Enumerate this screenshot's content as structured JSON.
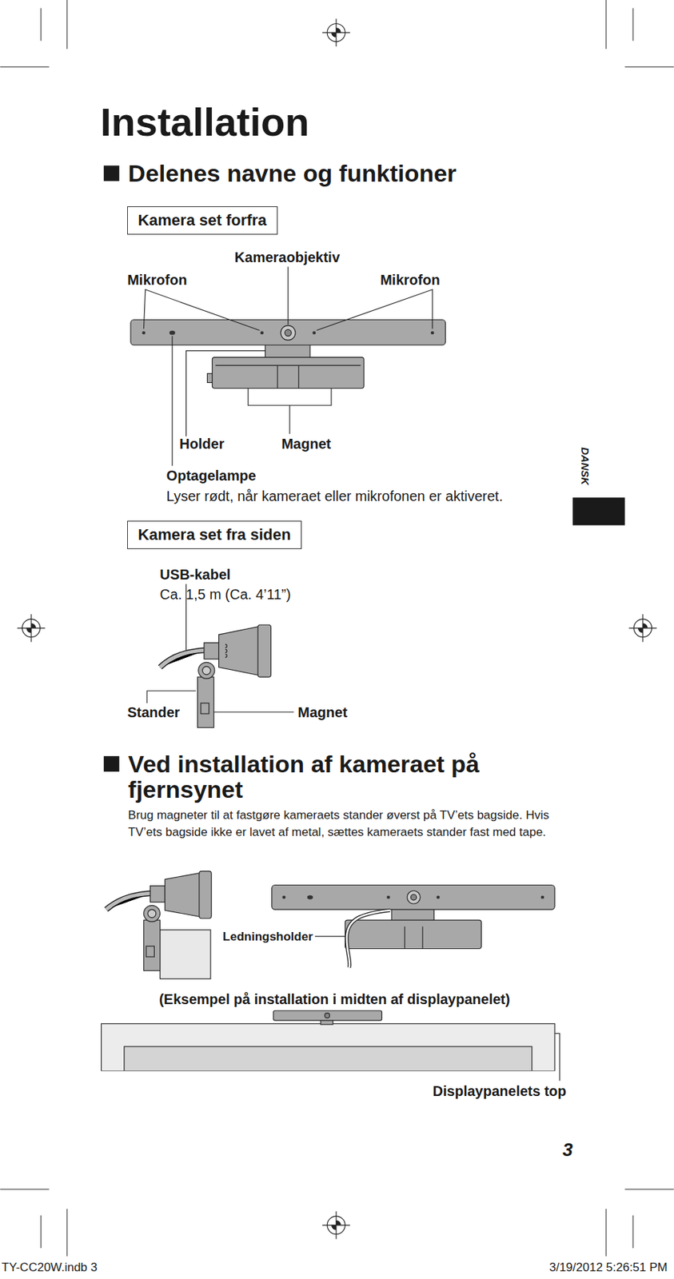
{
  "diagram": {
    "title": "Installation",
    "nodes": [
      {
        "text": [
          "Kamera set forfra"
        ]
      },
      {
        "text": [
          "Kamera set fra siden"
        ]
      }
    ],
    "labels": [
      "Delenes navne og funktioner",
      "Kameraobjektiv",
      "Mikrofon",
      "Mikrofon",
      "Holder",
      "Magnet",
      "Optagelampe",
      "Lyser rødt, når kameraet eller mikrofonen er aktiveret.",
      "USB-kabel",
      "Ca. 1,5 m (Ca. 4’11”)",
      "Stander",
      "Magnet",
      "Ved installation af kameraet på fjernsynet",
      "Brug magneter til at fastgøre kameraets stander øverst på TV’ets bagside. Hvis TV’ets bagside ikke er lavet af metal, sættes kameraets stander fast med tape.",
      "Ledningsholder",
      "(Eksempel på installation i midten af displaypanelet)",
      "Displaypanelets top",
      "DANSK",
      "3",
      "TY-CC20W.indb 3",
      "3/19/2012 5:26:51 PM"
    ]
  }
}
